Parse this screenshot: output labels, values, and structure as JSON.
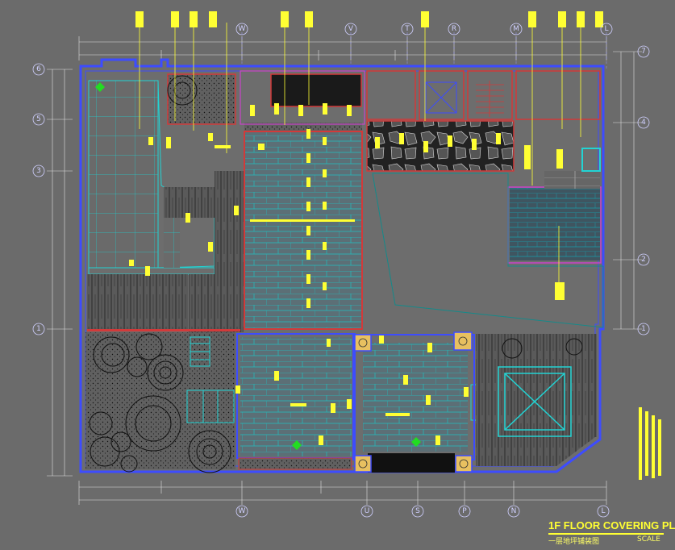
{
  "drawing": {
    "title": "1F FLOOR COVERING PL",
    "subtitle": "一层地坪铺装图",
    "scale_label": "SCALE"
  },
  "grid_axes": {
    "top": [
      "W",
      "V",
      "T",
      "R",
      "M",
      "L"
    ],
    "bottom": [
      "W",
      "U",
      "S",
      "P",
      "N",
      "L"
    ],
    "left": [
      "6",
      "5",
      "3",
      "1"
    ],
    "right": [
      "7",
      "4",
      "2",
      "1"
    ]
  },
  "colors": {
    "background": "#6b6b6b",
    "wall": "#3d4cff",
    "tile": "#22d3d3",
    "annotation": "#ffff33",
    "accent_red": "#d23a3a",
    "dimension": "#e0e0e0"
  }
}
